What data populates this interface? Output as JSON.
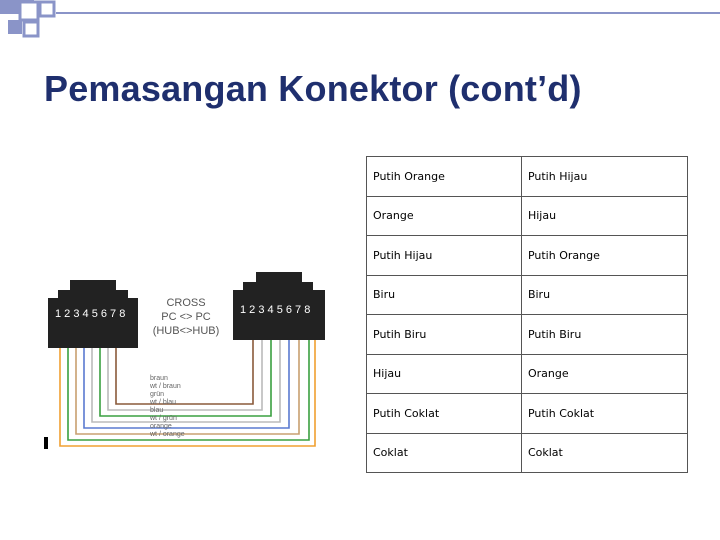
{
  "slide": {
    "title": "Pemasangan Konektor (cont’d)"
  },
  "diagram": {
    "label_line1": "CROSS",
    "label_line2": "PC <> PC",
    "label_line3": "(HUB<>HUB)",
    "pins_left": "1 2 3 4 5 6 7 8",
    "pins_right": "1 2 3 4 5 6 7 8",
    "wire_labels": [
      "braun",
      "wt / braun",
      "grün",
      "wt / blau",
      "blau",
      "wt / grün",
      "orange",
      "wt / orange"
    ],
    "colors": {
      "orange": "#f0a030",
      "green": "#3aa040",
      "blue": "#5a7ad0",
      "brown": "#8a5a3a",
      "gray": "#bbbbbb"
    }
  },
  "table": {
    "rows": [
      [
        "Putih Orange",
        "Putih Hijau"
      ],
      [
        "Orange",
        "Hijau"
      ],
      [
        "Putih Hijau",
        "Putih Orange"
      ],
      [
        "Biru",
        "Biru"
      ],
      [
        "Putih Biru",
        "Putih Biru"
      ],
      [
        "Hijau",
        "Orange"
      ],
      [
        "Putih Coklat",
        "Putih Coklat"
      ],
      [
        "Coklat",
        "Coklat"
      ]
    ]
  },
  "theme": {
    "title_color": "#1f2f6e",
    "deco_color": "#8a94c8"
  }
}
